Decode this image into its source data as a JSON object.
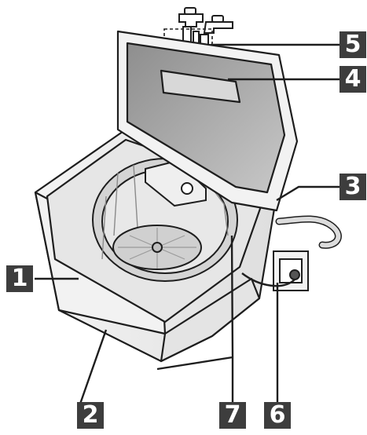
{
  "callouts": [
    {
      "label": "1",
      "part": "cabinet"
    },
    {
      "label": "2",
      "part": "base"
    },
    {
      "label": "3",
      "part": "drain-hose"
    },
    {
      "label": "4",
      "part": "lid"
    },
    {
      "label": "5",
      "part": "water-taps"
    },
    {
      "label": "6",
      "part": "power-plug"
    },
    {
      "label": "7",
      "part": "leveling-feet"
    }
  ],
  "colors": {
    "badge": "#3d3d3d",
    "badge_text": "#ffffff",
    "outline": "#1e1e1e",
    "body_fill": "#ececec",
    "lid_glass": "#a9a9a9",
    "drum": "#dcdcdc"
  }
}
